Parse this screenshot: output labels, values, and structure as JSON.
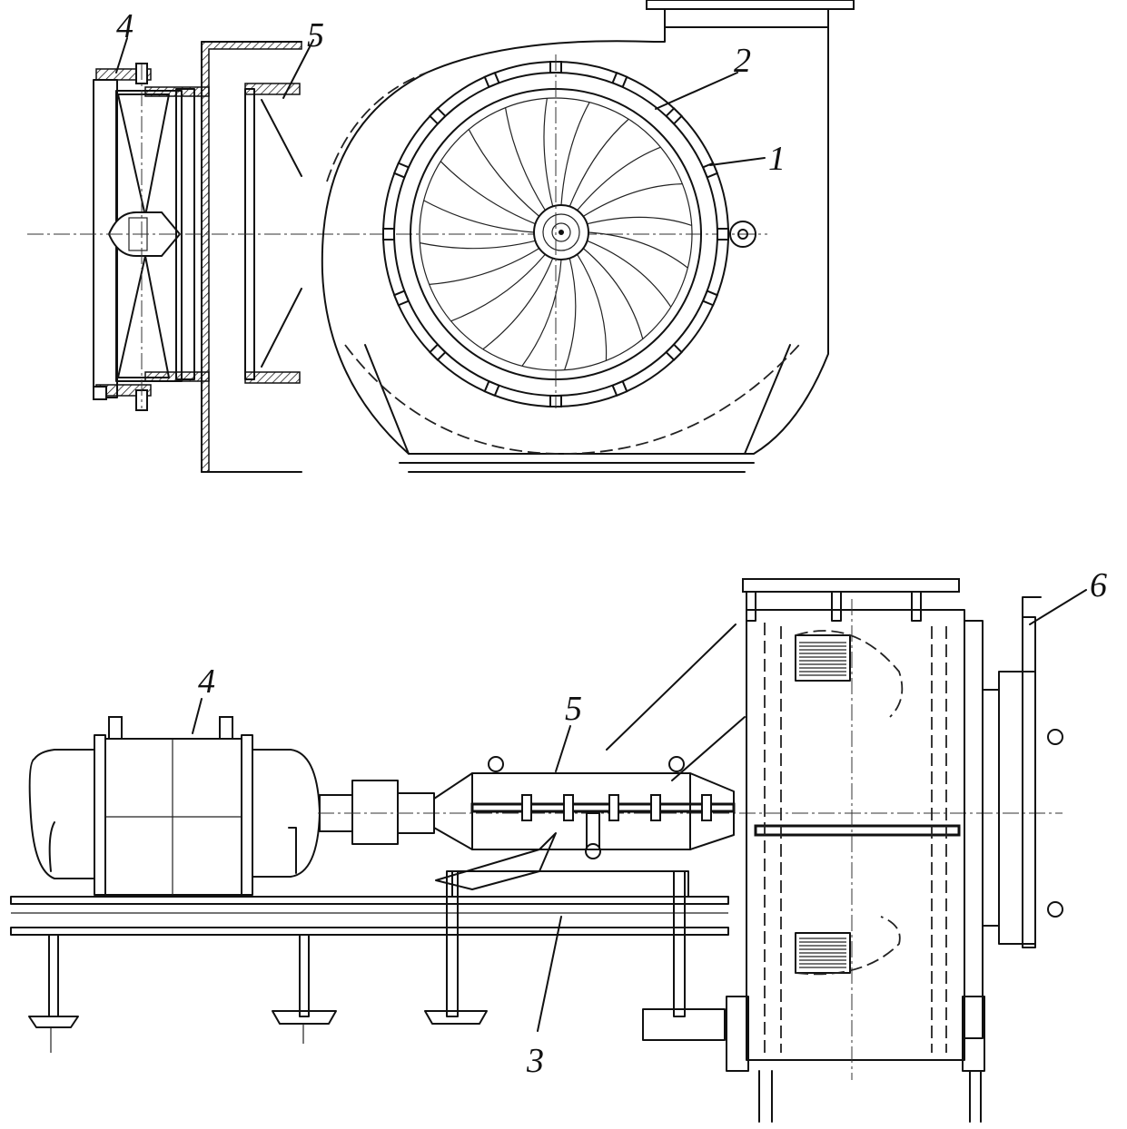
{
  "callouts": {
    "top": {
      "n4": "4",
      "n5": "5",
      "n2": "2",
      "n1": "1"
    },
    "bottom": {
      "n4": "4",
      "n5": "5",
      "n6": "6",
      "n3": "3"
    }
  }
}
